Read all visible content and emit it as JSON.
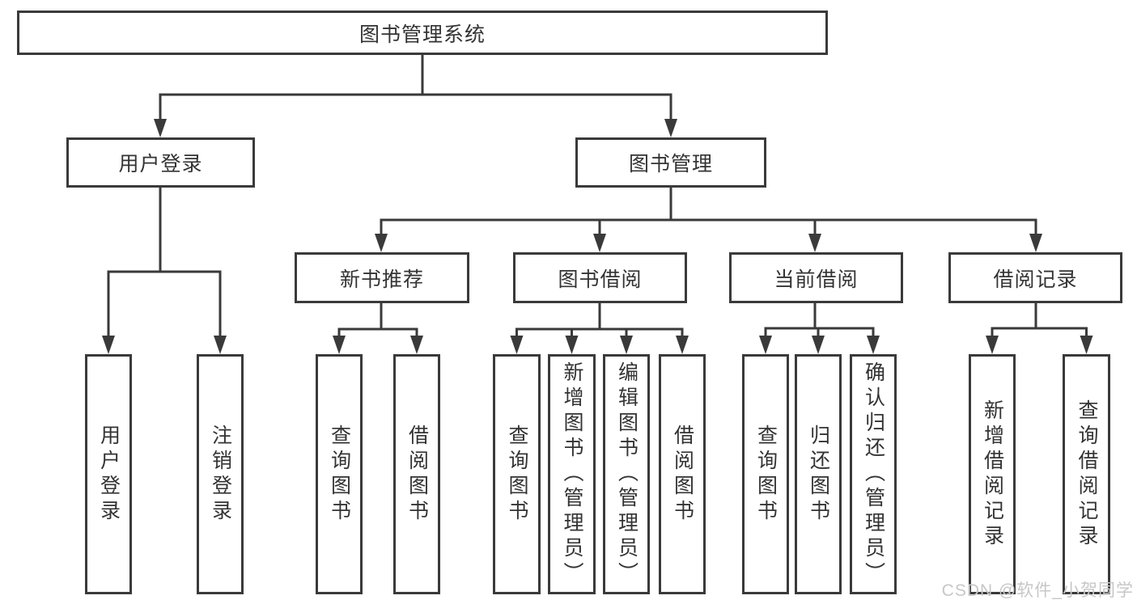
{
  "tree": {
    "root": {
      "label": "图书管理系统",
      "children": [
        {
          "label": "用户登录",
          "children": [
            {
              "label": "用户登录"
            },
            {
              "label": "注销登录"
            }
          ]
        },
        {
          "label": "图书管理",
          "children": [
            {
              "label": "新书推荐",
              "children": [
                {
                  "label": "查询图书"
                },
                {
                  "label": "借阅图书"
                }
              ]
            },
            {
              "label": "图书借阅",
              "children": [
                {
                  "label": "查询图书"
                },
                {
                  "label": "新增图书（管理员）"
                },
                {
                  "label": "编辑图书（管理员）"
                },
                {
                  "label": "借阅图书"
                }
              ]
            },
            {
              "label": "当前借阅",
              "children": [
                {
                  "label": "查询图书"
                },
                {
                  "label": "归还图书"
                },
                {
                  "label": "确认归还（管理员）"
                }
              ]
            },
            {
              "label": "借阅记录",
              "children": [
                {
                  "label": "新增借阅记录"
                },
                {
                  "label": "查询借阅记录"
                }
              ]
            }
          ]
        }
      ]
    }
  },
  "watermark": {
    "text": "CSDN @软件_小贺同学",
    "color": "#c7c7c7"
  },
  "colors": {
    "line": "#3a3a3a",
    "text": "#333333",
    "background": "#ffffff"
  }
}
